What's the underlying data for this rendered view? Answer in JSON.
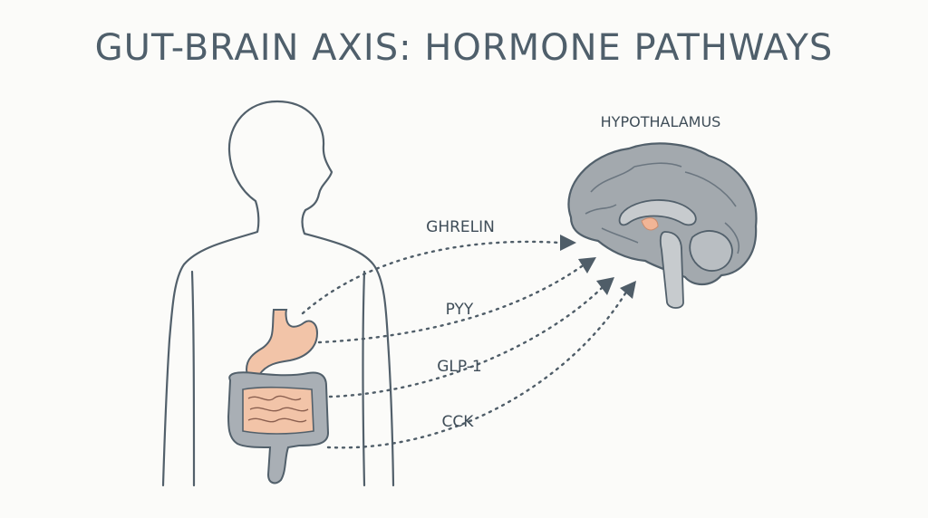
{
  "title": "GUT-BRAIN AXIS: HORMONE PATHWAYS",
  "brain_label": "HYPOTHALAMUS",
  "hormones": [
    {
      "label": "GHRELIN"
    },
    {
      "label": "PYY"
    },
    {
      "label": "GLP-1"
    },
    {
      "label": "CCK"
    }
  ],
  "colors": {
    "outline": "#52606b",
    "stomach": "#f2c4a8",
    "intestine": "#a9afb5",
    "brain": "#a3a9ae",
    "hypothalamus": "#f2b596"
  }
}
